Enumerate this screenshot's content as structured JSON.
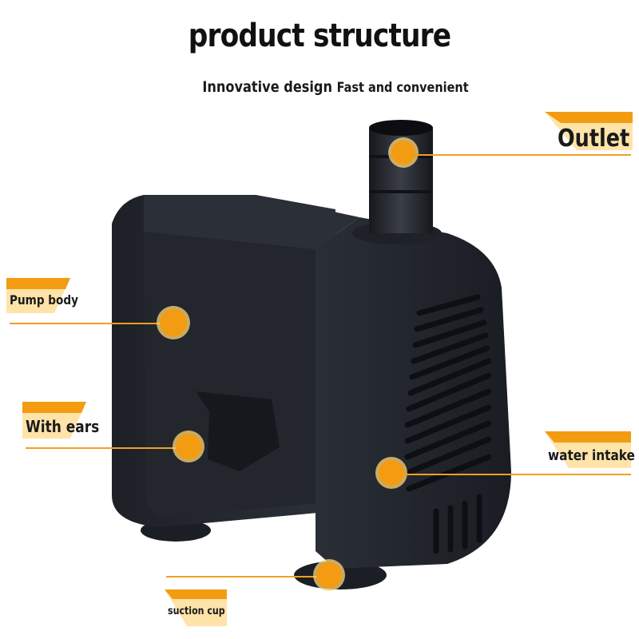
{
  "title": "product structure",
  "subtitle": {
    "part1": "Innovative design",
    "part2": "Fast and convenient"
  },
  "labels": {
    "outlet": "Outlet",
    "pump_body": "Pump body",
    "with_ears": "With ears",
    "water_intake": "water intake",
    "suction_cup": "suction cup"
  },
  "colors": {
    "accent": "#f39c12",
    "line": "#f0a020",
    "tag_light": "#ffe0a0",
    "product": "#1c1f26"
  }
}
